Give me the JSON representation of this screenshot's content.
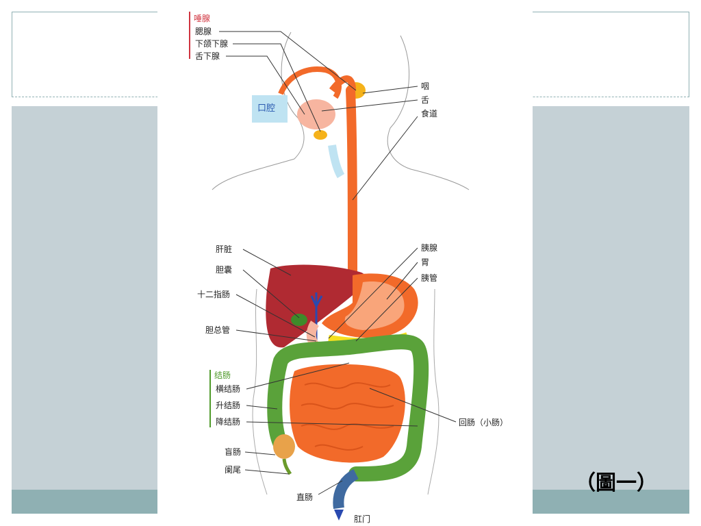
{
  "caption": "（圖一）",
  "diagram": {
    "salivary_group": "唾腺",
    "salivary": [
      "腮腺",
      "下颌下腺",
      "舌下腺"
    ],
    "oral_cavity": "口腔",
    "right_top": [
      "咽",
      "舌",
      "食道"
    ],
    "liver": "肝脏",
    "gallbladder": "胆囊",
    "duodenum": "十二指肠",
    "bile_duct": "胆总管",
    "right_mid": [
      "胰腺",
      "胃",
      "胰管"
    ],
    "colon_group": "结肠",
    "colon": [
      "横结肠",
      "升结肠",
      "降结肠"
    ],
    "ileum": "回肠（小肠）",
    "cecum": "盲肠",
    "appendix": "阑尾",
    "rectum": "直肠",
    "anus": "肛门"
  }
}
